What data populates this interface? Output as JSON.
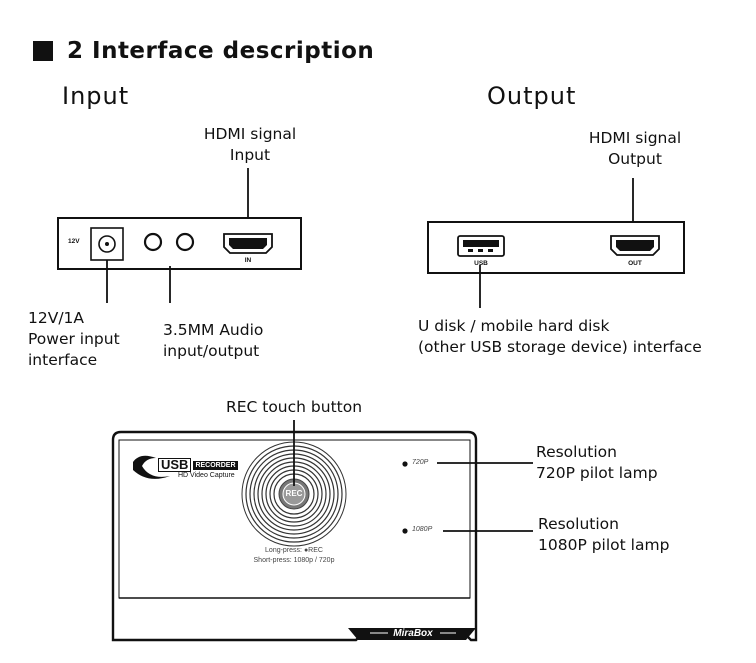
{
  "heading": "2 Interface description",
  "input_panel": {
    "title": "Input",
    "hdmi_label_line1": "HDMI signal",
    "hdmi_label_line2": "Input",
    "port_12v": "12V",
    "port_in": "IN",
    "power_line1": "12V/1A",
    "power_line2": "Power input",
    "power_line3": "interface",
    "audio_line1": "3.5MM Audio",
    "audio_line2": "input/output"
  },
  "output_panel": {
    "title": "Output",
    "hdmi_label_line1": "HDMI signal",
    "hdmi_label_line2": "Output",
    "port_usb": "USB",
    "port_out": "OUT",
    "usb_line1": "U disk / mobile hard disk",
    "usb_line2": "(other USB storage device) interface"
  },
  "front_panel": {
    "rec_label": "REC touch button",
    "logo_usb": "USB",
    "logo_recorder": "RECORDER",
    "logo_sub": "HD Video Capture",
    "rec_text": "REC",
    "hint_line1": "Long-press: ●REC",
    "hint_line2": "Short-press: 1080p / 720p",
    "lamp_720": "720P",
    "lamp_1080": "1080P",
    "brand": "MiraBox",
    "res720_line1": "Resolution",
    "res720_line2": "720P pilot lamp",
    "res1080_line1": "Resolution",
    "res1080_line2": "1080P pilot lamp"
  }
}
